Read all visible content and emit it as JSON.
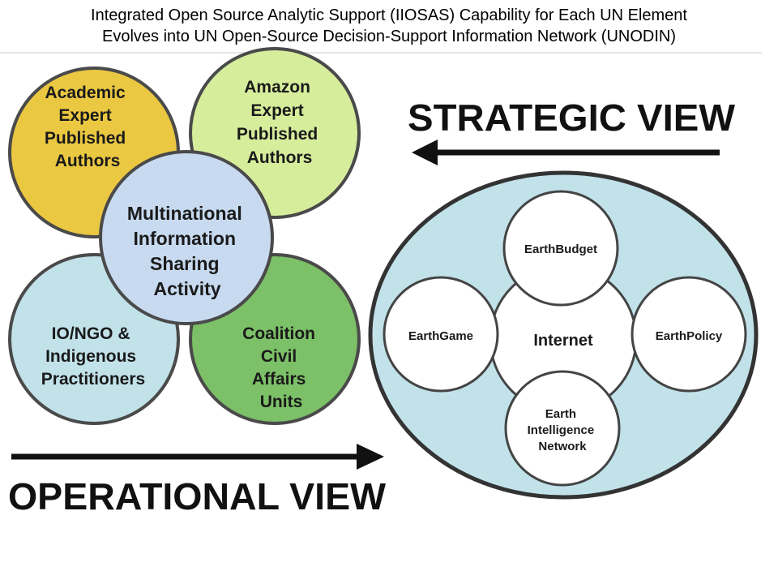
{
  "title": {
    "line1": "Integrated Open Source Analytic Support (IIOSAS) Capability for Each UN Element",
    "line2": "Evolves into UN Open-Source Decision-Support Information Network (UNODIN)"
  },
  "operational_circles": {
    "academic": [
      "Academic",
      "Expert",
      "Published",
      "Authors"
    ],
    "amazon": [
      "Amazon",
      "Expert",
      "Published",
      "Authors"
    ],
    "io_ngo": [
      "IO/NGO &",
      "Indigenous",
      "Practitioners"
    ],
    "coalition": [
      "Coalition",
      "Civil",
      "Affairs",
      "Units"
    ],
    "center": [
      "Multinational",
      "Information",
      "Sharing",
      "Activity"
    ]
  },
  "strategic_nodes": {
    "hub": "Internet",
    "top": "EarthBudget",
    "left": "EarthGame",
    "right": "EarthPolicy",
    "bottom": [
      "Earth",
      "Intelligence",
      "Network"
    ]
  },
  "views": {
    "strategic": "STRATEGIC VIEW",
    "operational": "OPERATIONAL VIEW"
  },
  "colors": {
    "academic": "#EBC842",
    "amazon": "#D6ED9C",
    "io_ngo": "#C2E2EA",
    "coalition": "#7CC068",
    "center": "#C7DAF0",
    "strategic_bg": "#C2E2EA",
    "outline": "#4a4a4a"
  }
}
